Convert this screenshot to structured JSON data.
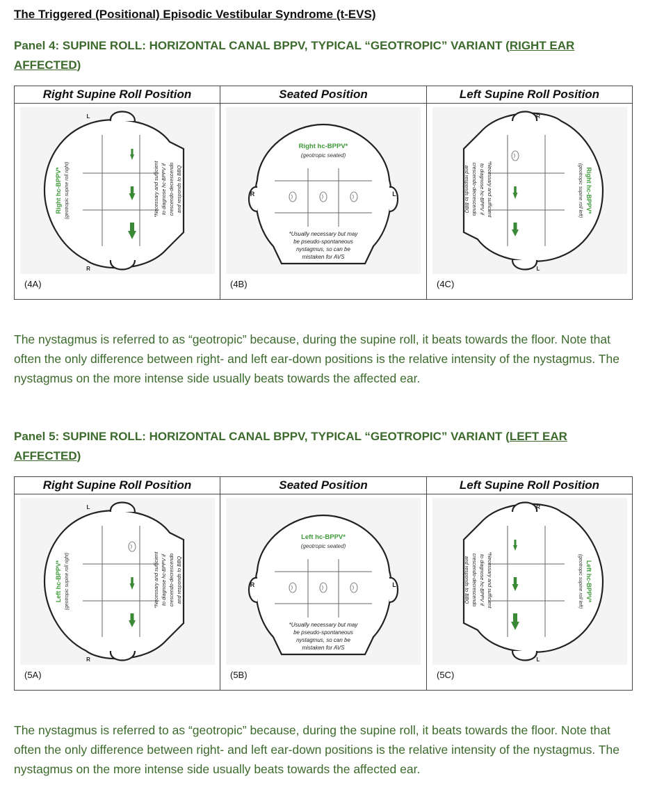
{
  "document": {
    "title": "The Triggered (Positional) Episodic Vestibular Syndrome (t-EVS)"
  },
  "panels": [
    {
      "title_prefix": "Panel 4: SUPINE ROLL: HORIZONTAL CANAL BPPV, TYPICAL “GEOTROPIC” VARIANT (",
      "title_ear": "RIGHT EAR AFFECTED",
      "title_suffix": ")",
      "columns": [
        "Right Supine Roll Position",
        "Seated Position",
        "Left Supine Roll Position"
      ],
      "cells": [
        {
          "label": "(4A)",
          "side_top": "L",
          "side_bottom": "R",
          "diagnosis": "Right hc-BPPV*",
          "diagnosis_sub": "(geotropic supine roll right)",
          "note_lines": [
            "*Necessary and sufficient",
            "to diagnose hc-BPPV if",
            "crescendo-decrescendo",
            "and responds to BBQ"
          ]
        },
        {
          "label": "(4B)",
          "side_left": "R",
          "side_right": "L",
          "diagnosis": "Right hc-BPPV*",
          "diagnosis_sub": "(geotropic seated)",
          "note_lines": [
            "*Usually necessary but may",
            "be pseudo-spontaneous",
            "nystagmus, so can be",
            "mistaken for AVS"
          ],
          "note_emph": "necessary"
        },
        {
          "label": "(4C)",
          "side_top": "R",
          "side_bottom": "L",
          "diagnosis": "Right hc-BPPV*",
          "diagnosis_sub": "(geotropic supine roll left)",
          "note_lines": [
            "*Necessary and sufficient",
            "to diagnose hc-BPPV if",
            "crescendo-decrescendo",
            "and responds to BBQ"
          ]
        }
      ],
      "note": "The nystagmus is referred to as “geotropic” because, during the supine roll, it beats towards the floor. Note that often the only difference between right- and left ear-down positions is the relative intensity of the nystagmus. The nystagmus on the more intense side usually beats towards the affected ear."
    },
    {
      "title_prefix": "Panel 5: SUPINE ROLL: HORIZONTAL CANAL BPPV, TYPICAL “GEOTROPIC” VARIANT (",
      "title_ear": "LEFT EAR AFFECTED",
      "title_suffix": ")",
      "columns": [
        "Right Supine Roll Position",
        "Seated Position",
        "Left Supine Roll Position"
      ],
      "cells": [
        {
          "label": "(5A)",
          "side_top": "L",
          "side_bottom": "R",
          "diagnosis": "Left hc-BPPV*",
          "diagnosis_sub": "(geotropic supine roll right)",
          "note_lines": [
            "*Necessary and sufficient",
            "to diagnose hc-BPPV if",
            "crescendo-decrescendo",
            "and responds to BBQ"
          ]
        },
        {
          "label": "(5B)",
          "side_left": "R",
          "side_right": "L",
          "diagnosis": "Left hc-BPPV*",
          "diagnosis_sub": "(geotropic seated)",
          "note_lines": [
            "*Usually necessary but may",
            "be pseudo-spontaneous",
            "nystagmus, so can be",
            "mistaken for AVS"
          ],
          "note_emph": "necessary"
        },
        {
          "label": "(5C)",
          "side_top": "R",
          "side_bottom": "L",
          "diagnosis": "Left hc-BPPV*",
          "diagnosis_sub": "(geotropic supine roll left)",
          "note_lines": [
            "*Necessary and sufficient",
            "to diagnose hc-BPPV if",
            "crescendo-decrescendo",
            "and responds to BBQ"
          ]
        }
      ],
      "note": "The nystagmus is referred to as “geotropic” because, during the supine roll, it beats towards the floor. Note that often the only difference between right- and left ear-down positions is the relative intensity of the nystagmus. The nystagmus on the more intense side usually beats towards the affected ear."
    }
  ],
  "colors": {
    "accent_green": "#3d6a2d",
    "diagram_green": "#3f9a3a",
    "arrow_green": "#3a8a35"
  }
}
